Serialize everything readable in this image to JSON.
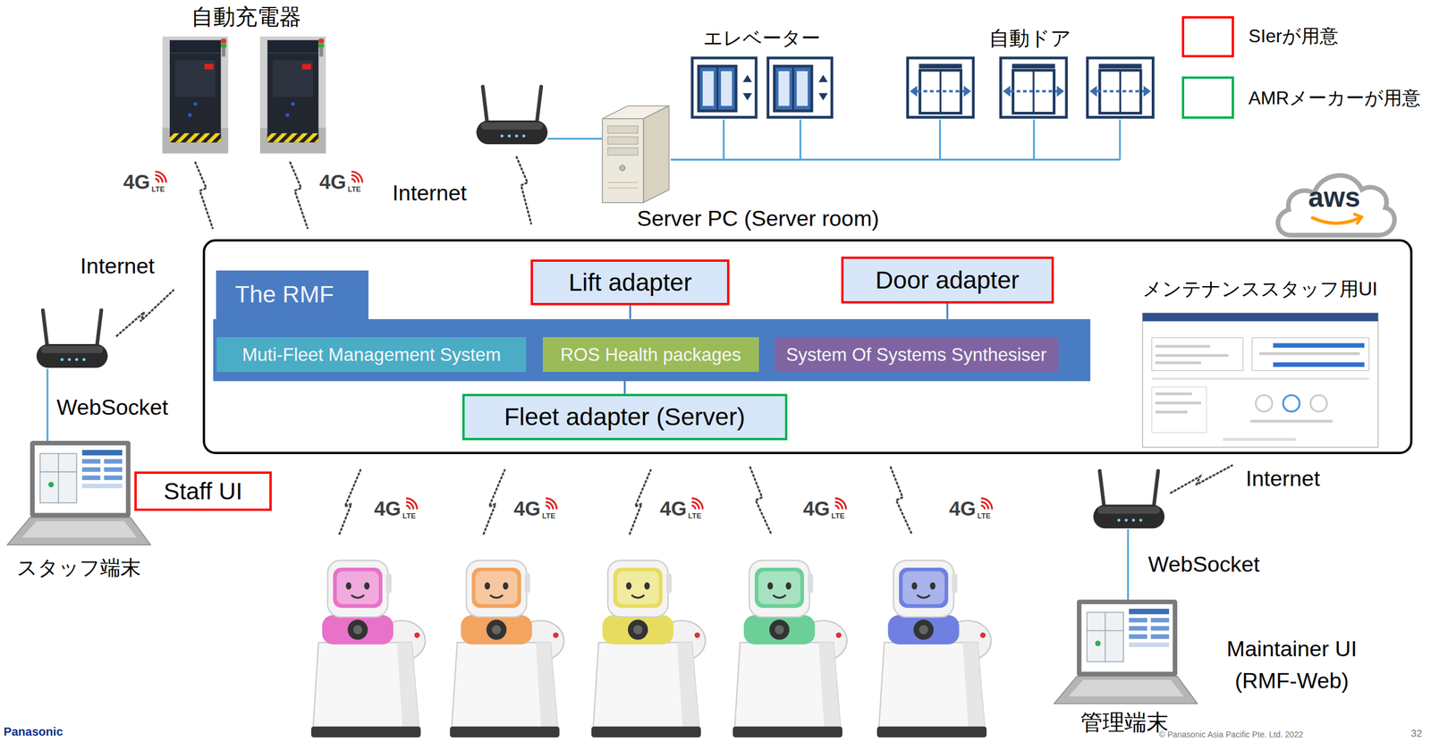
{
  "diagram": {
    "nodes": [
      {
        "text": [
          "自動充電器"
        ]
      },
      {
        "text": [
          "エレベーター"
        ]
      },
      {
        "text": [
          "自動ドア"
        ]
      },
      {
        "text": [
          "Server PC (Server room)"
        ]
      },
      {
        "text": [
          "aws"
        ]
      },
      {
        "text": []
      },
      {
        "text": [
          "The RMF"
        ],
        "in": 5
      },
      {
        "text": [
          "Muti-Fleet Management System"
        ],
        "in": 6
      },
      {
        "text": [
          "ROS Health packages"
        ],
        "in": 6
      },
      {
        "text": [
          "System Of Systems Synthesiser"
        ],
        "in": 6
      },
      {
        "text": [
          "Lift adapter"
        ],
        "in": 5
      },
      {
        "text": [
          "Door adapter"
        ],
        "in": 5
      },
      {
        "text": [
          "Fleet adapter (Server)"
        ],
        "in": 5
      },
      {
        "text": [
          "メンテナンススタッフ用UI"
        ],
        "in": 5
      },
      {
        "text": [
          "Staff UI"
        ]
      },
      {
        "text": [
          "スタッフ端末"
        ]
      },
      {
        "text": [
          "管理端末"
        ]
      }
    ],
    "edges": [
      {
        "from": 3,
        "to": 1,
        "arrow": "none"
      },
      {
        "from": 3,
        "to": 2,
        "arrow": "none"
      },
      {
        "from": 10,
        "to": 6,
        "arrow": "none"
      },
      {
        "from": 11,
        "to": 6,
        "arrow": "none"
      },
      {
        "from": 6,
        "to": 12,
        "arrow": "none"
      }
    ],
    "labels": [
      "4G",
      "LTE",
      "4G",
      "LTE",
      "Internet",
      "Internet",
      "WebSocket",
      "4G",
      "LTE",
      "4G",
      "LTE",
      "4G",
      "LTE",
      "4G",
      "LTE",
      "4G",
      "LTE",
      "Internet",
      "WebSocket",
      "Maintainer UI (RMF-Web)",
      "Panasonic",
      "© Panasonic Asia Pacific Pte. Ltd. 2022",
      "32"
    ],
    "legend": [
      {
        "text": "SIerが用意",
        "color": "#ff0000"
      },
      {
        "text": "AMRメーカーが用意",
        "color": "#00b050"
      }
    ]
  }
}
